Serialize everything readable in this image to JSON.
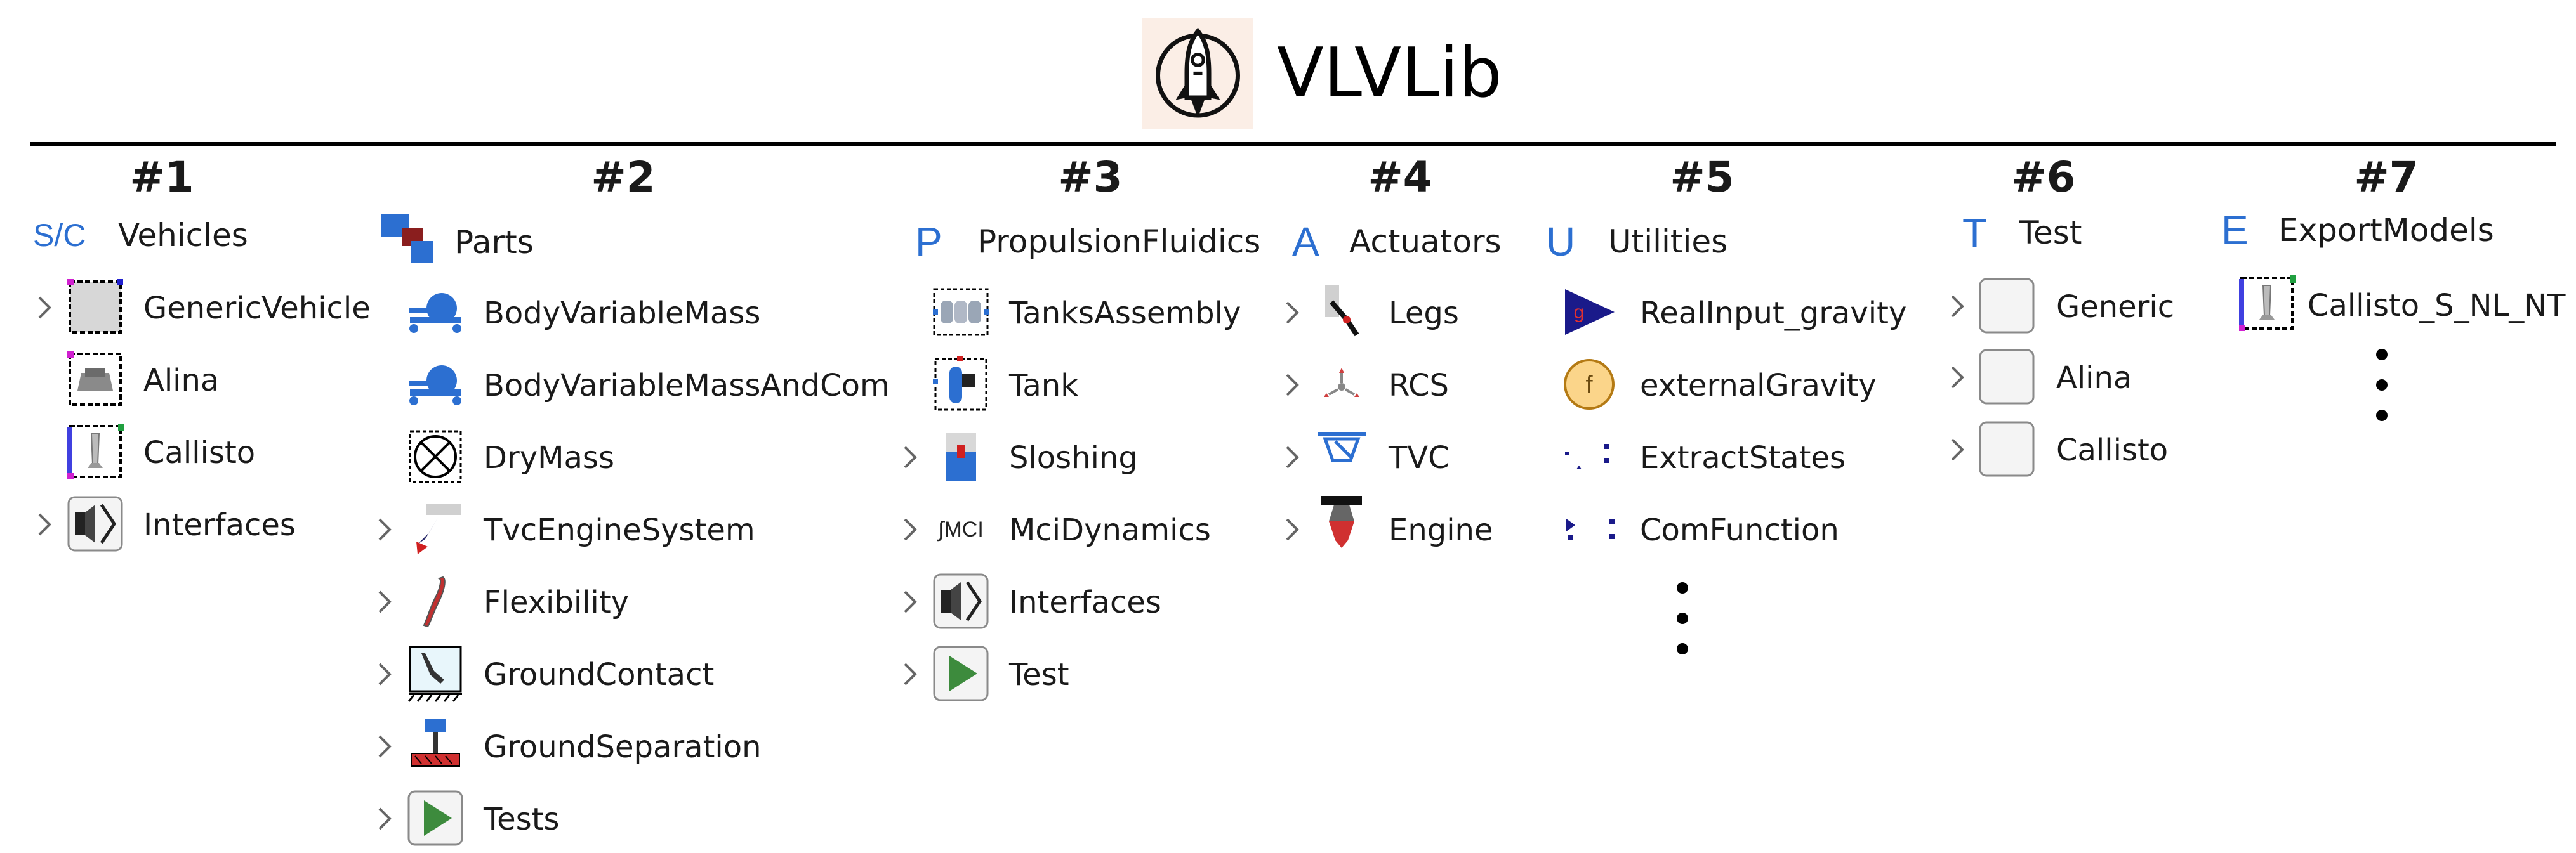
{
  "header": {
    "title": "VLVLib",
    "logo_icon": "rocket-logo-icon"
  },
  "colors": {
    "accent_letter": "#2c6fd1",
    "logo_bg": "#fbeee6",
    "rule": "#000000"
  },
  "columns": [
    {
      "number": "#1",
      "letter": "S/C",
      "name": "Vehicles",
      "items": [
        {
          "label": "GenericVehicle",
          "icon": "generic-vehicle-icon",
          "expandable": true
        },
        {
          "label": "Alina",
          "icon": "alina-vehicle-icon",
          "expandable": false
        },
        {
          "label": "Callisto",
          "icon": "callisto-vehicle-icon",
          "expandable": false
        },
        {
          "label": "Interfaces",
          "icon": "interfaces-icon",
          "expandable": true
        }
      ]
    },
    {
      "number": "#2",
      "letter": "",
      "name": "Parts",
      "items": [
        {
          "label": "BodyVariableMass",
          "icon": "body-variable-mass-icon",
          "expandable": false
        },
        {
          "label": "BodyVariableMassAndCom",
          "icon": "body-variable-mass-com-icon",
          "expandable": false
        },
        {
          "label": "DryMass",
          "icon": "dry-mass-icon",
          "expandable": false
        },
        {
          "label": "TvcEngineSystem",
          "icon": "tvc-engine-system-icon",
          "expandable": true
        },
        {
          "label": "Flexibility",
          "icon": "flexibility-icon",
          "expandable": true
        },
        {
          "label": "GroundContact",
          "icon": "ground-contact-icon",
          "expandable": true
        },
        {
          "label": "GroundSeparation",
          "icon": "ground-separation-icon",
          "expandable": true
        },
        {
          "label": "Tests",
          "icon": "play-icon",
          "expandable": true
        }
      ]
    },
    {
      "number": "#3",
      "letter": "P",
      "name": "PropulsionFluidics",
      "items": [
        {
          "label": "TanksAssembly",
          "icon": "tanks-assembly-icon",
          "expandable": false
        },
        {
          "label": "Tank",
          "icon": "tank-icon",
          "expandable": false
        },
        {
          "label": "Sloshing",
          "icon": "sloshing-icon",
          "expandable": true
        },
        {
          "label": "MciDynamics",
          "icon": "mci-dynamics-icon",
          "expandable": true
        },
        {
          "label": "Interfaces",
          "icon": "interfaces-icon",
          "expandable": true
        },
        {
          "label": "Test",
          "icon": "play-icon",
          "expandable": true
        }
      ]
    },
    {
      "number": "#4",
      "letter": "A",
      "name": "Actuators",
      "items": [
        {
          "label": "Legs",
          "icon": "legs-icon",
          "expandable": true
        },
        {
          "label": "RCS",
          "icon": "rcs-icon",
          "expandable": true
        },
        {
          "label": "TVC",
          "icon": "tvc-icon",
          "expandable": true
        },
        {
          "label": "Engine",
          "icon": "engine-icon",
          "expandable": true
        }
      ]
    },
    {
      "number": "#5",
      "letter": "U",
      "name": "Utilities",
      "items": [
        {
          "label": "RealInput_gravity",
          "icon": "real-input-gravity-icon",
          "expandable": false
        },
        {
          "label": "externalGravity",
          "icon": "function-icon",
          "expandable": false
        },
        {
          "label": "ExtractStates",
          "icon": "extract-states-icon",
          "expandable": false
        },
        {
          "label": "ComFunction",
          "icon": "com-function-icon",
          "expandable": false
        }
      ],
      "more_indicator": "vertical-ellipsis"
    },
    {
      "number": "#6",
      "letter": "T",
      "name": "Test",
      "items": [
        {
          "label": "Generic",
          "icon": "blank-package-icon",
          "expandable": true
        },
        {
          "label": "Alina",
          "icon": "blank-package-icon",
          "expandable": true
        },
        {
          "label": "Callisto",
          "icon": "blank-package-icon",
          "expandable": true
        }
      ]
    },
    {
      "number": "#7",
      "letter": "E",
      "name": "ExportModels",
      "items": [
        {
          "label": "Callisto_S_NL_NT",
          "icon": "callisto-export-icon",
          "expandable": false
        }
      ],
      "more_indicator": "vertical-ellipsis"
    }
  ]
}
